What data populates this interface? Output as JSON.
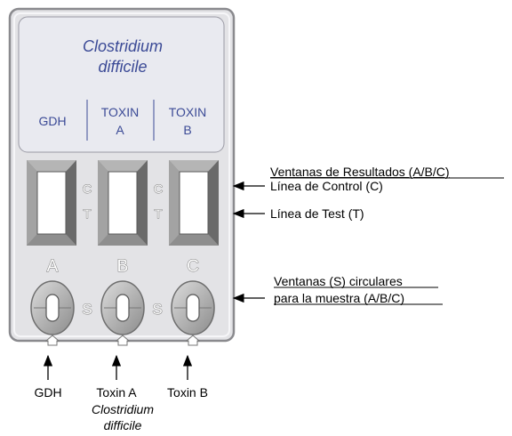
{
  "device": {
    "title_line1": "Clostridium",
    "title_line2": "difficile",
    "columns": [
      {
        "line1": "GDH",
        "line2": ""
      },
      {
        "line1": "TOXIN",
        "line2": "A"
      },
      {
        "line1": "TOXIN",
        "line2": "B"
      }
    ],
    "control_letter": "C",
    "test_letter": "T",
    "sample_letter": "S",
    "well_letters": [
      "A",
      "B",
      "C"
    ]
  },
  "callouts": {
    "result_windows": "Ventanas de Resultados (A/B/C)",
    "control_line": "Línea de Control (C)",
    "test_line": "Línea de Test (T)",
    "sample_windows_line1": "Ventanas (S) circulares",
    "sample_windows_line2": "para la muestra (A/B/C)"
  },
  "bottom_labels": {
    "gdh": "GDH",
    "toxin_a": "Toxin A",
    "toxin_b": "Toxin B",
    "organism_line1": "Clostridium",
    "organism_line2": "difficile"
  }
}
